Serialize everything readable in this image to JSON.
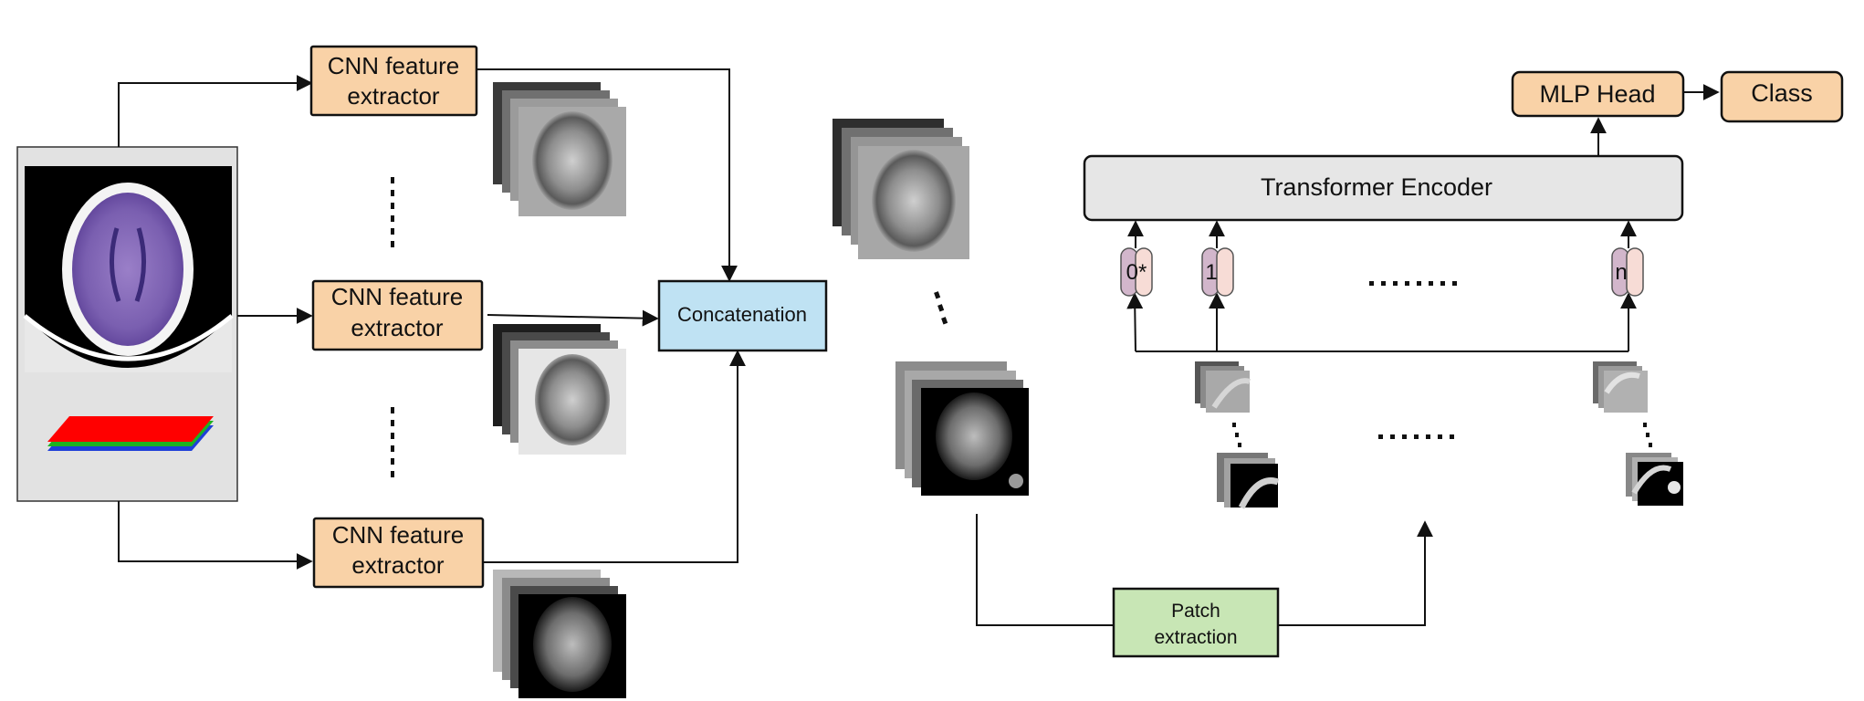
{
  "cnn": {
    "top": {
      "line1": "CNN feature",
      "line2": "extractor"
    },
    "mid": {
      "line1": "CNN feature",
      "line2": "extractor"
    },
    "bottom": {
      "line1": "CNN feature",
      "line2": "extractor"
    }
  },
  "concat_label": "Concatenation",
  "patch": {
    "line1": "Patch",
    "line2": "extraction"
  },
  "encoder_label": "Transformer Encoder",
  "mlp_label": "MLP Head",
  "class_label": "Class",
  "tokens": [
    {
      "label": "0*"
    },
    {
      "label": "1"
    },
    {
      "label": "n"
    }
  ],
  "colors": {
    "cnn_fill": "#f9d2a7",
    "concat_fill": "#bfe2f3",
    "patch_fill": "#c8e6b5",
    "encoder_fill": "#e6e6e6",
    "token_left": "#d2b6cb",
    "token_right": "#f7dcd6",
    "panel_fill": "#e2e2e2",
    "slab_red": "#ff0000",
    "slab_green": "#1fb21f",
    "slab_blue": "#1f3fd8"
  }
}
